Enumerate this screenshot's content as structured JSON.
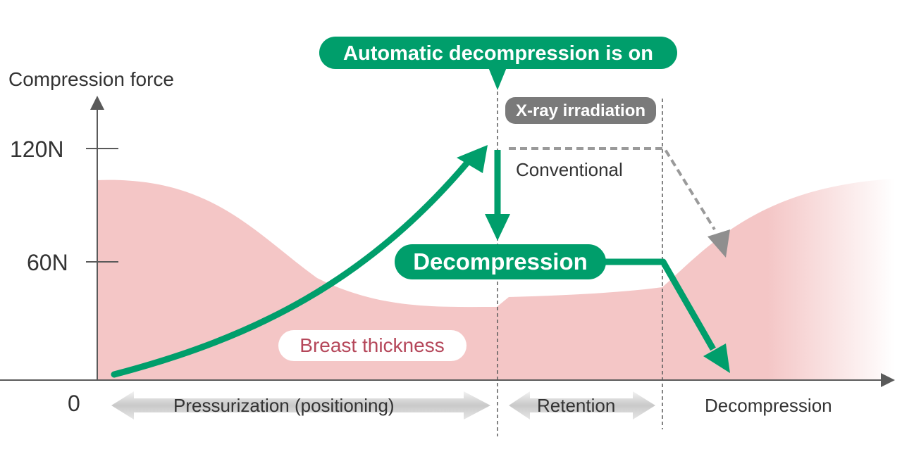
{
  "diagram": {
    "y_axis_label": "Compression force",
    "ticks": {
      "t120": "120N",
      "t60": "60N",
      "t0": "0"
    },
    "banner": "Automatic decompression is on",
    "xray_label": "X-ray irradiation",
    "conventional_label": "Conventional",
    "decompression_label": "Decompression",
    "breast_label": "Breast thickness",
    "phases": {
      "pressurization": "Pressurization (positioning)",
      "retention": "Retention",
      "decompression": "Decompression"
    },
    "colors": {
      "accent_green": "#009e6b",
      "breast_fill": "#f4c6c6",
      "breast_text": "#b5475a",
      "pill_gray": "#7a7a7a",
      "dashed_gray": "#9a9a9a"
    }
  }
}
